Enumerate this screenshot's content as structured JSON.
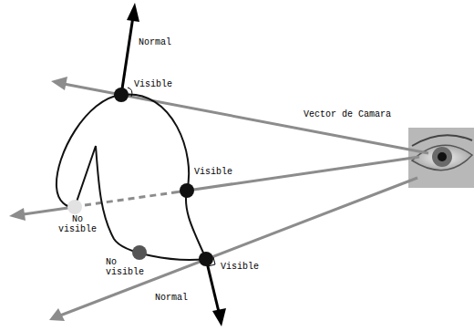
{
  "diagram": {
    "labels": [
      "Normal",
      "Visible",
      "Vector de Camara",
      "Visible",
      "No visible",
      "No visible",
      "Visible",
      "Normal"
    ]
  }
}
